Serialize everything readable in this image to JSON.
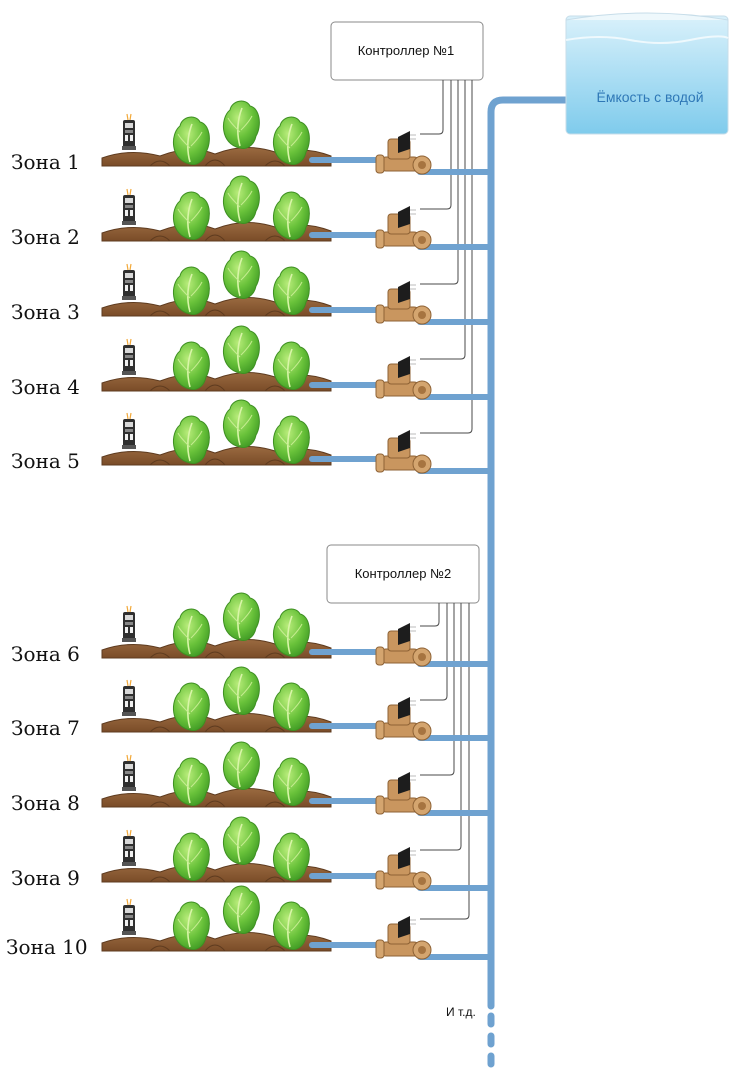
{
  "tank": {
    "label": "Ёмкость с водой"
  },
  "controllers": [
    {
      "label": "Контроллер №1"
    },
    {
      "label": "Контроллер №2"
    }
  ],
  "zones": [
    {
      "label": "Зона 1"
    },
    {
      "label": "Зона 2"
    },
    {
      "label": "Зона 3"
    },
    {
      "label": "Зона 4"
    },
    {
      "label": "Зона 5"
    },
    {
      "label": "Зона 6"
    },
    {
      "label": "Зона 7"
    },
    {
      "label": "Зона 8"
    },
    {
      "label": "Зона 9"
    },
    {
      "label": "Зона 10"
    }
  ],
  "continuation": {
    "label": "И т.д."
  },
  "colors": {
    "pipe": "#6fa2d0",
    "soil": "#8a5a34",
    "soil_dark": "#5e3b1f",
    "lettuce": "#6fc33c",
    "valve": "#c9965f",
    "water": "#8fd1ee"
  },
  "icons": [
    "water-tank",
    "controller-box",
    "solenoid-valve-icon",
    "soil-sensor-icon",
    "lettuce-icon"
  ]
}
